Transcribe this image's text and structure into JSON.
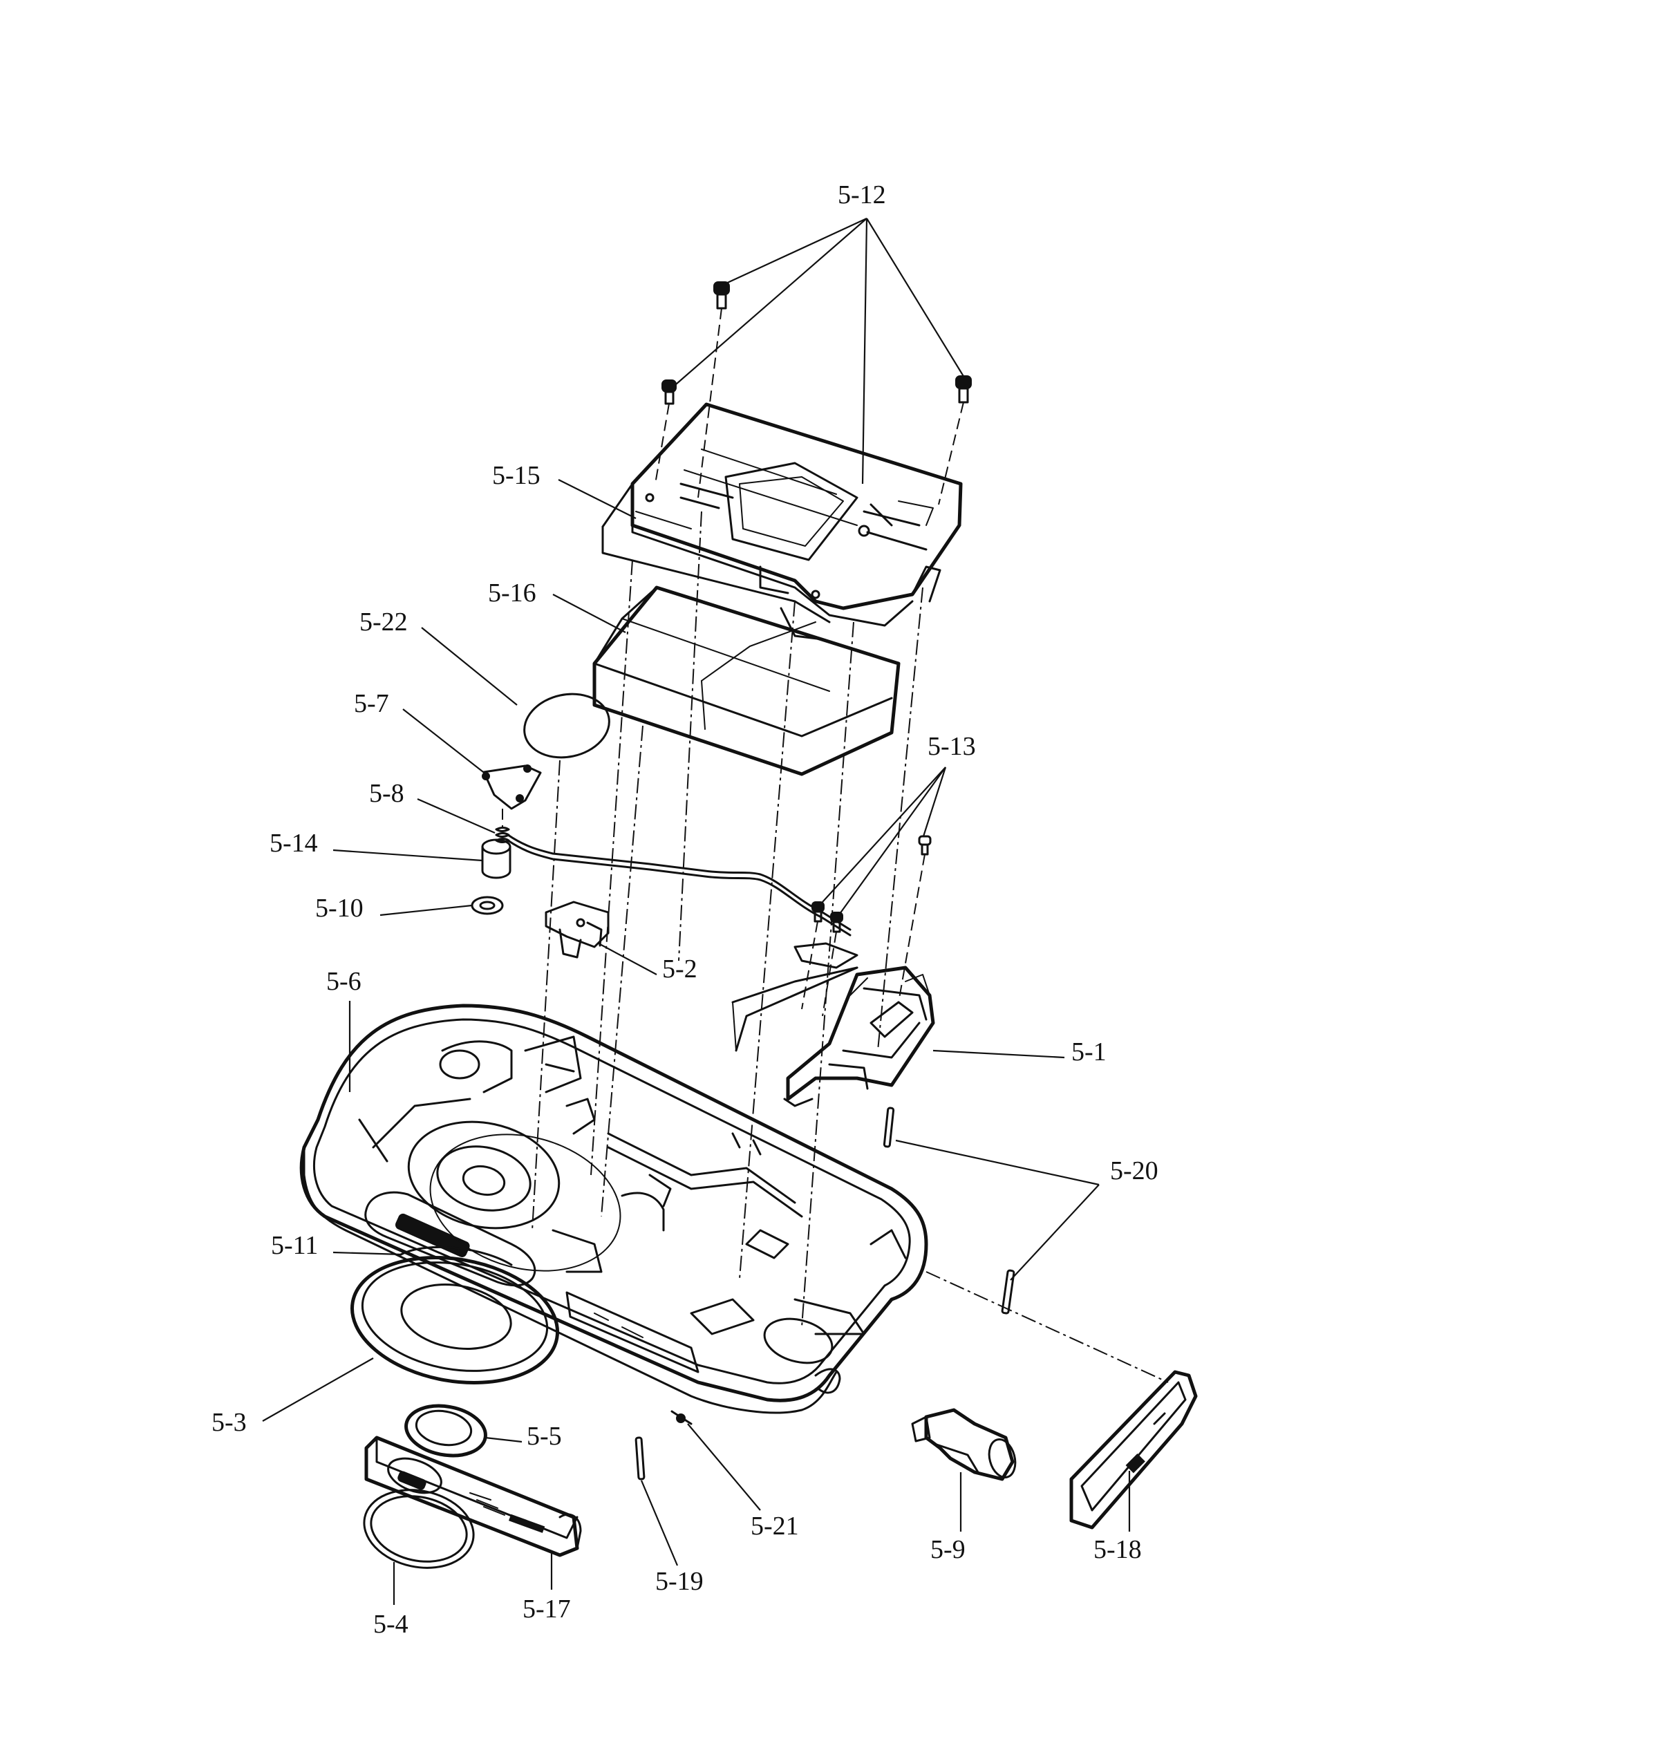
{
  "labels": {
    "p5_1": "5-1",
    "p5_2": "5-2",
    "p5_3": "5-3",
    "p5_4": "5-4",
    "p5_5": "5-5",
    "p5_6": "5-6",
    "p5_7": "5-7",
    "p5_8": "5-8",
    "p5_9": "5-9",
    "p5_10": "5-10",
    "p5_11": "5-11",
    "p5_12": "5-12",
    "p5_13": "5-13",
    "p5_14": "5-14",
    "p5_15": "5-15",
    "p5_16": "5-16",
    "p5_17": "5-17",
    "p5_18": "5-18",
    "p5_19": "5-19",
    "p5_20": "5-20",
    "p5_21": "5-21",
    "p5_22": "5-22"
  },
  "colors": {
    "line": "#111111",
    "background": "#ffffff"
  }
}
